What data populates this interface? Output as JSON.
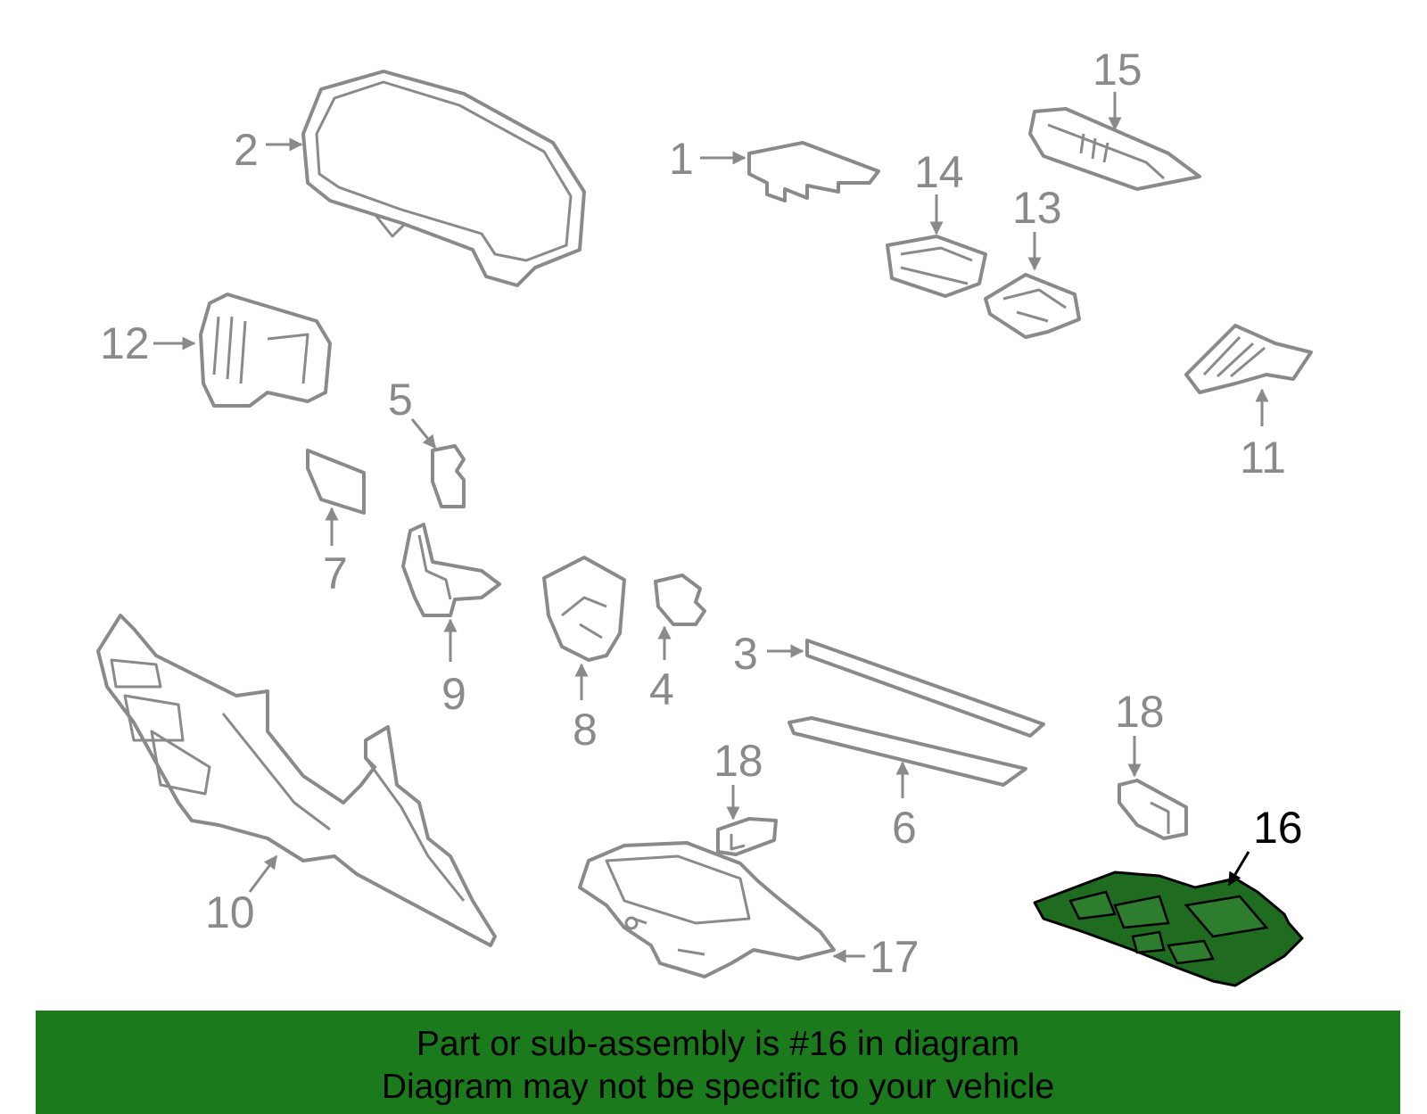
{
  "diagram": {
    "highlighted_part": "16",
    "callouts": [
      "1",
      "2",
      "3",
      "4",
      "5",
      "6",
      "7",
      "8",
      "9",
      "10",
      "11",
      "12",
      "13",
      "14",
      "15",
      "16",
      "17",
      "18",
      "18"
    ]
  },
  "banner": {
    "line1": "Part or sub-assembly is #16 in diagram",
    "line2": "Diagram may not be specific to your vehicle"
  },
  "colors": {
    "line_art": "#8a8a8a",
    "highlight_fill": "#1f6b1f",
    "banner_background": "#1b7a1b"
  }
}
